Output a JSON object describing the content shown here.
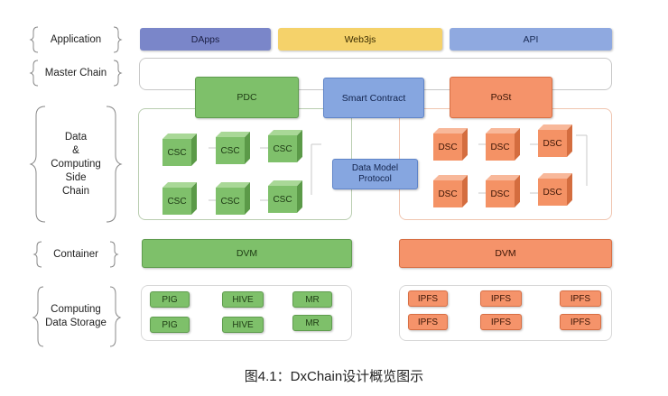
{
  "layers": [
    {
      "id": "application",
      "label": "Application"
    },
    {
      "id": "master-chain",
      "label": "Master Chain"
    },
    {
      "id": "side-chain",
      "label": "Data\n&\nComputing\nSide\nChain"
    },
    {
      "id": "container",
      "label": "Container"
    },
    {
      "id": "storage",
      "label": "Computing\nData Storage"
    }
  ],
  "application": {
    "dapps": "DApps",
    "web3js": "Web3js",
    "api": "API"
  },
  "side_chain": {
    "pdc": "PDC",
    "smart_contract": "Smart Contract",
    "post": "PoSt",
    "data_model_protocol": "Data Model\nProtocol",
    "csc_cells": [
      "CSC",
      "CSC",
      "CSC",
      "CSC",
      "CSC",
      "CSC"
    ],
    "dsc_cells": [
      "DSC",
      "DSC",
      "DSC",
      "DSC",
      "DSC",
      "DSC"
    ]
  },
  "container": {
    "left": "DVM",
    "right": "DVM"
  },
  "storage": {
    "left": [
      "PIG",
      "HIVE",
      "MR",
      "PIG",
      "HIVE",
      "MR"
    ],
    "right": [
      "IPFS",
      "IPFS",
      "IPFS",
      "IPFS",
      "IPFS",
      "IPFS"
    ]
  },
  "caption": "图4.1：DxChain设计概览图示",
  "colors": {
    "green": "#7ec06a",
    "orange": "#f5936a",
    "blue": "#86a6e0",
    "yellow": "#f5d26a",
    "purple": "#7a86c9"
  }
}
